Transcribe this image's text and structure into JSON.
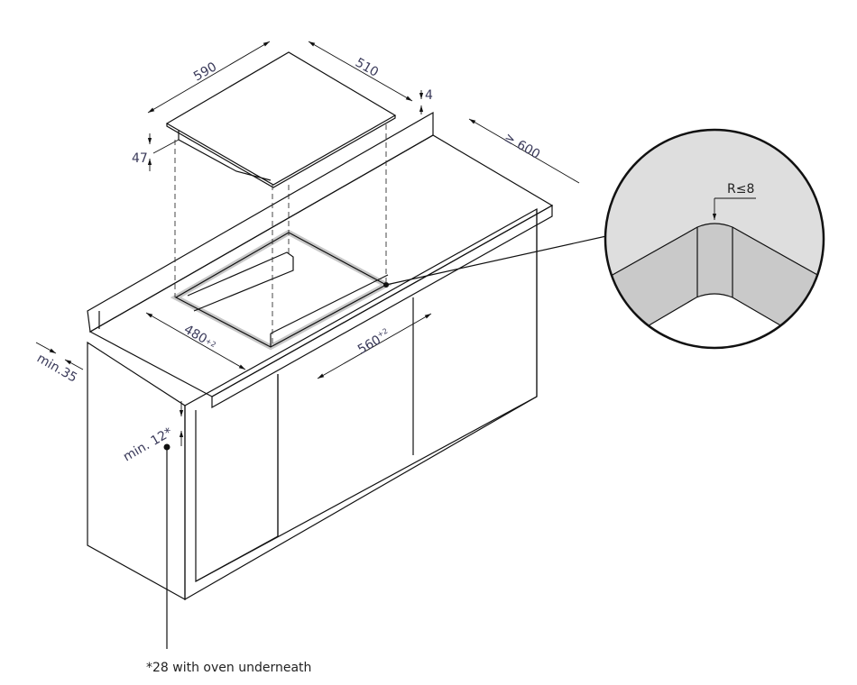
{
  "title": "Built-in cooktop installation dimensions",
  "dimensions": {
    "hob_width": "590",
    "hob_depth": "510",
    "hob_glass_thickness": "4",
    "hob_height": "47",
    "worktop_depth": "≥ 600",
    "cutout_depth": "480",
    "cutout_depth_tol": "+2",
    "cutout_width": "560",
    "cutout_width_tol": "+2",
    "wall_distance": "min.35",
    "below_clearance": "min. 12*"
  },
  "detail": {
    "corner_radius": "R≤8"
  },
  "footnote": "*28 with oven underneath",
  "colors": {
    "surface": "#efefef",
    "cutout_edge": "#c8c8c8",
    "line": "#111111"
  }
}
